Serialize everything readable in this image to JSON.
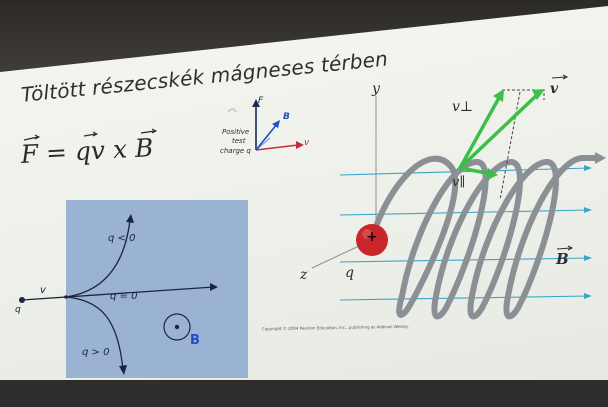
{
  "slide": {
    "title": "Töltött részecskék mágneses térben",
    "formula": "F = qv  x  B",
    "force_diagram": {
      "label_f": "F",
      "label_b": "B",
      "label_v": "v",
      "caption": [
        "Positive",
        "test",
        "charge q"
      ]
    },
    "deflection_diagram": {
      "label_q_neg": "q < 0",
      "label_q_zero": "q = 0",
      "label_q_pos": "q > 0",
      "label_v": "v",
      "label_q": "q",
      "label_b": "B"
    },
    "helix_diagram": {
      "axis_y": "y",
      "axis_z": "z",
      "label_q": "q",
      "label_v": "v",
      "label_v_perp": "v⊥",
      "label_v_par": "v∥",
      "label_b": "B",
      "charge_sign": "+"
    },
    "copyright": "Copyright © 2004 Pearson Education, Inc., publishing as Addison Wesley."
  },
  "colors": {
    "panel_blue": "#9ab3d2",
    "field_line_blue": "#3aa6c8",
    "coil_gray": "#8c9094",
    "vector_green": "#3bbf49",
    "charge_red": "#c8262b",
    "force_diagram_blue": "#1f4fc4",
    "force_diagram_red": "#c0303a"
  }
}
